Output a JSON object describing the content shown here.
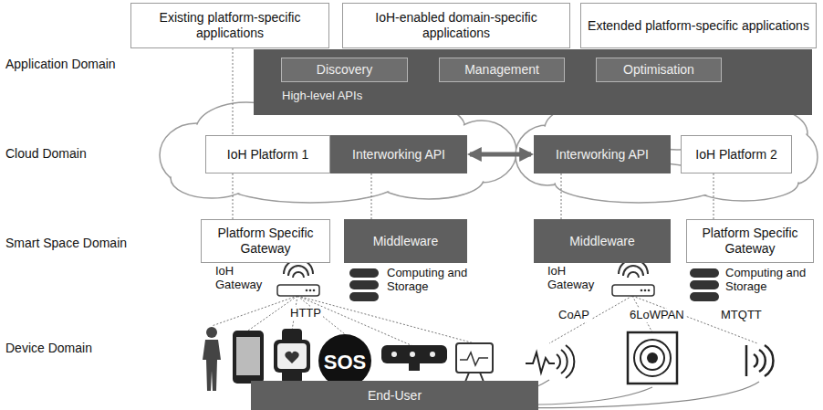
{
  "diagram": {
    "nodes": [
      {
        "text": [
          "Existing platform-specific applications"
        ]
      },
      {
        "text": [
          "IoH-enabled domain-specific applications"
        ]
      },
      {
        "text": [
          "Extended platform-specific applications"
        ]
      },
      {
        "text": [
          "High-level APIs"
        ]
      },
      {
        "text": [
          "Discovery"
        ],
        "in": 3
      },
      {
        "text": [
          "Management"
        ],
        "in": 3
      },
      {
        "text": [
          "Optimisation"
        ],
        "in": 3
      },
      {
        "text": [
          "IoH Platform 1"
        ]
      },
      {
        "text": [
          "Interworking API"
        ]
      },
      {
        "text": [
          "Interworking API"
        ]
      },
      {
        "text": [
          "IoH Platform 2"
        ]
      },
      {
        "text": [
          "Platform Specific Gateway"
        ]
      },
      {
        "text": [
          "Middleware"
        ]
      },
      {
        "text": [
          "Middleware"
        ]
      },
      {
        "text": [
          "Platform Specific Gateway"
        ]
      },
      {
        "text": [
          "End-User"
        ]
      }
    ],
    "edges": [
      {
        "from": 8,
        "to": 9,
        "arrow": "both"
      },
      {
        "from": 0,
        "to": 7,
        "arrow": "none"
      },
      {
        "from": 7,
        "to": 11,
        "arrow": "none"
      },
      {
        "from": 8,
        "to": 12,
        "arrow": "none"
      },
      {
        "from": 9,
        "to": 13,
        "arrow": "none"
      },
      {
        "from": 10,
        "to": 14,
        "arrow": "none"
      }
    ],
    "labels": [
      "Application Domain",
      "Cloud Domain",
      "Smart Space Domain",
      "Device Domain",
      "IoH Gateway",
      "Computing and Storage",
      "HTTP",
      "SOS",
      "IoH Gateway",
      "Computing and Storage",
      "CoAP",
      "6LoWPAN",
      "MTQTT"
    ]
  }
}
